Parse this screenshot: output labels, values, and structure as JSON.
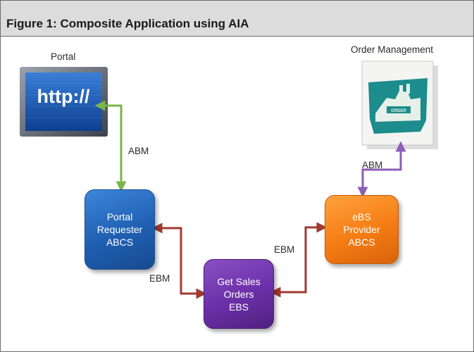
{
  "figure": {
    "title": "Figure 1: Composite Application using AIA"
  },
  "systems": {
    "portal": {
      "label": "Portal",
      "screen_text": "http://"
    },
    "order_management": {
      "label": "Order Management",
      "image_text": "ORDER"
    }
  },
  "components": {
    "portal_requester": {
      "lines": [
        "Portal",
        "Requester",
        "ABCS"
      ],
      "color": "#2a6fc4"
    },
    "get_sales_orders": {
      "lines": [
        "Get Sales",
        "Orders",
        "EBS"
      ],
      "color": "#6a2fa7"
    },
    "ebs_provider": {
      "lines": [
        "eBS",
        "Provider",
        "ABCS"
      ],
      "color": "#f57c14"
    }
  },
  "connectors": {
    "portal_abm": {
      "label": "ABM",
      "color": "#7ab648"
    },
    "requester_ebm": {
      "label": "EBM",
      "color": "#a0392f"
    },
    "provider_ebm": {
      "label": "EBM",
      "color": "#a0392f"
    },
    "order_abm": {
      "label": "ABM",
      "color": "#8a5fb5"
    }
  }
}
